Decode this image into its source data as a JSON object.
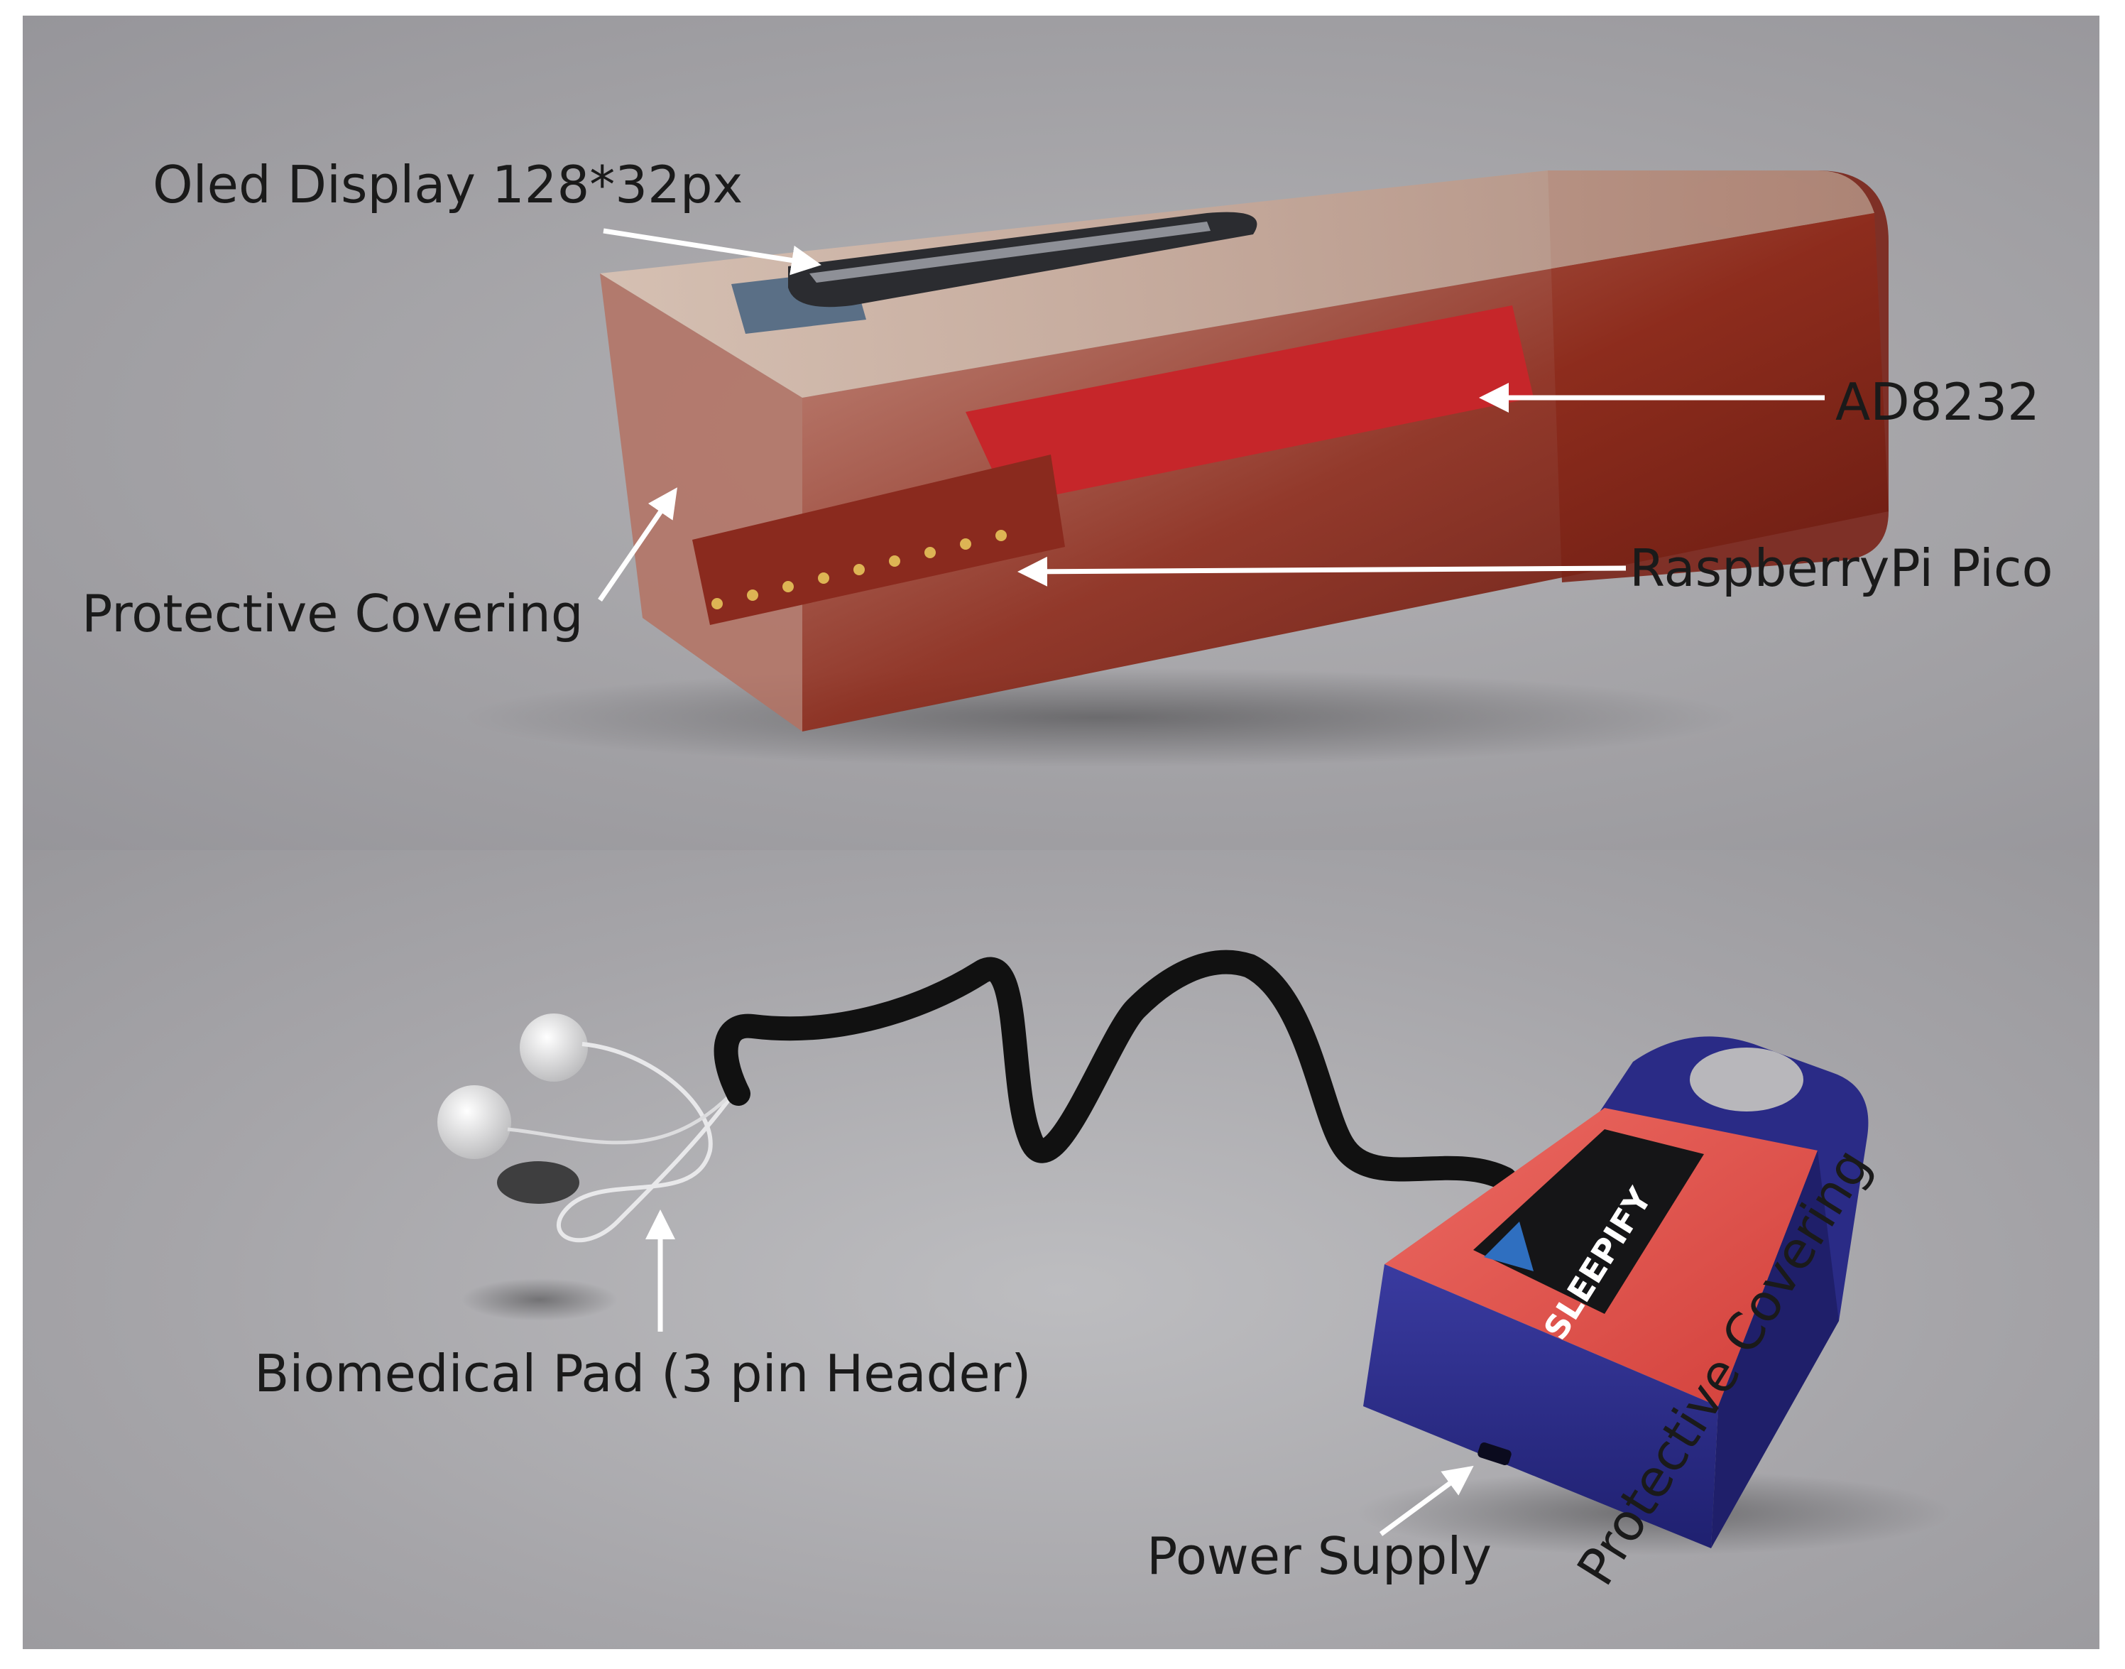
{
  "labels": {
    "oled_display": "Oled Display 128*32px",
    "ad8232": "AD8232",
    "protective_covering_top": "Protective Covering",
    "raspberry_pi_pico": "RaspberryPi Pico",
    "biomedical_pad": "Biomedical Pad (3 pin Header)",
    "power_supply": "Power Supply",
    "protective_covering_bottom": "Protective Covering"
  },
  "device_logo": "SLEEPIFY",
  "colors": {
    "enclosure_translucent": "#a1452f",
    "pcb_red": "#c6262a",
    "case_red": "#e2554f",
    "case_blue": "#2e2f8c",
    "cable": "#111111",
    "arrow": "#ffffff"
  }
}
